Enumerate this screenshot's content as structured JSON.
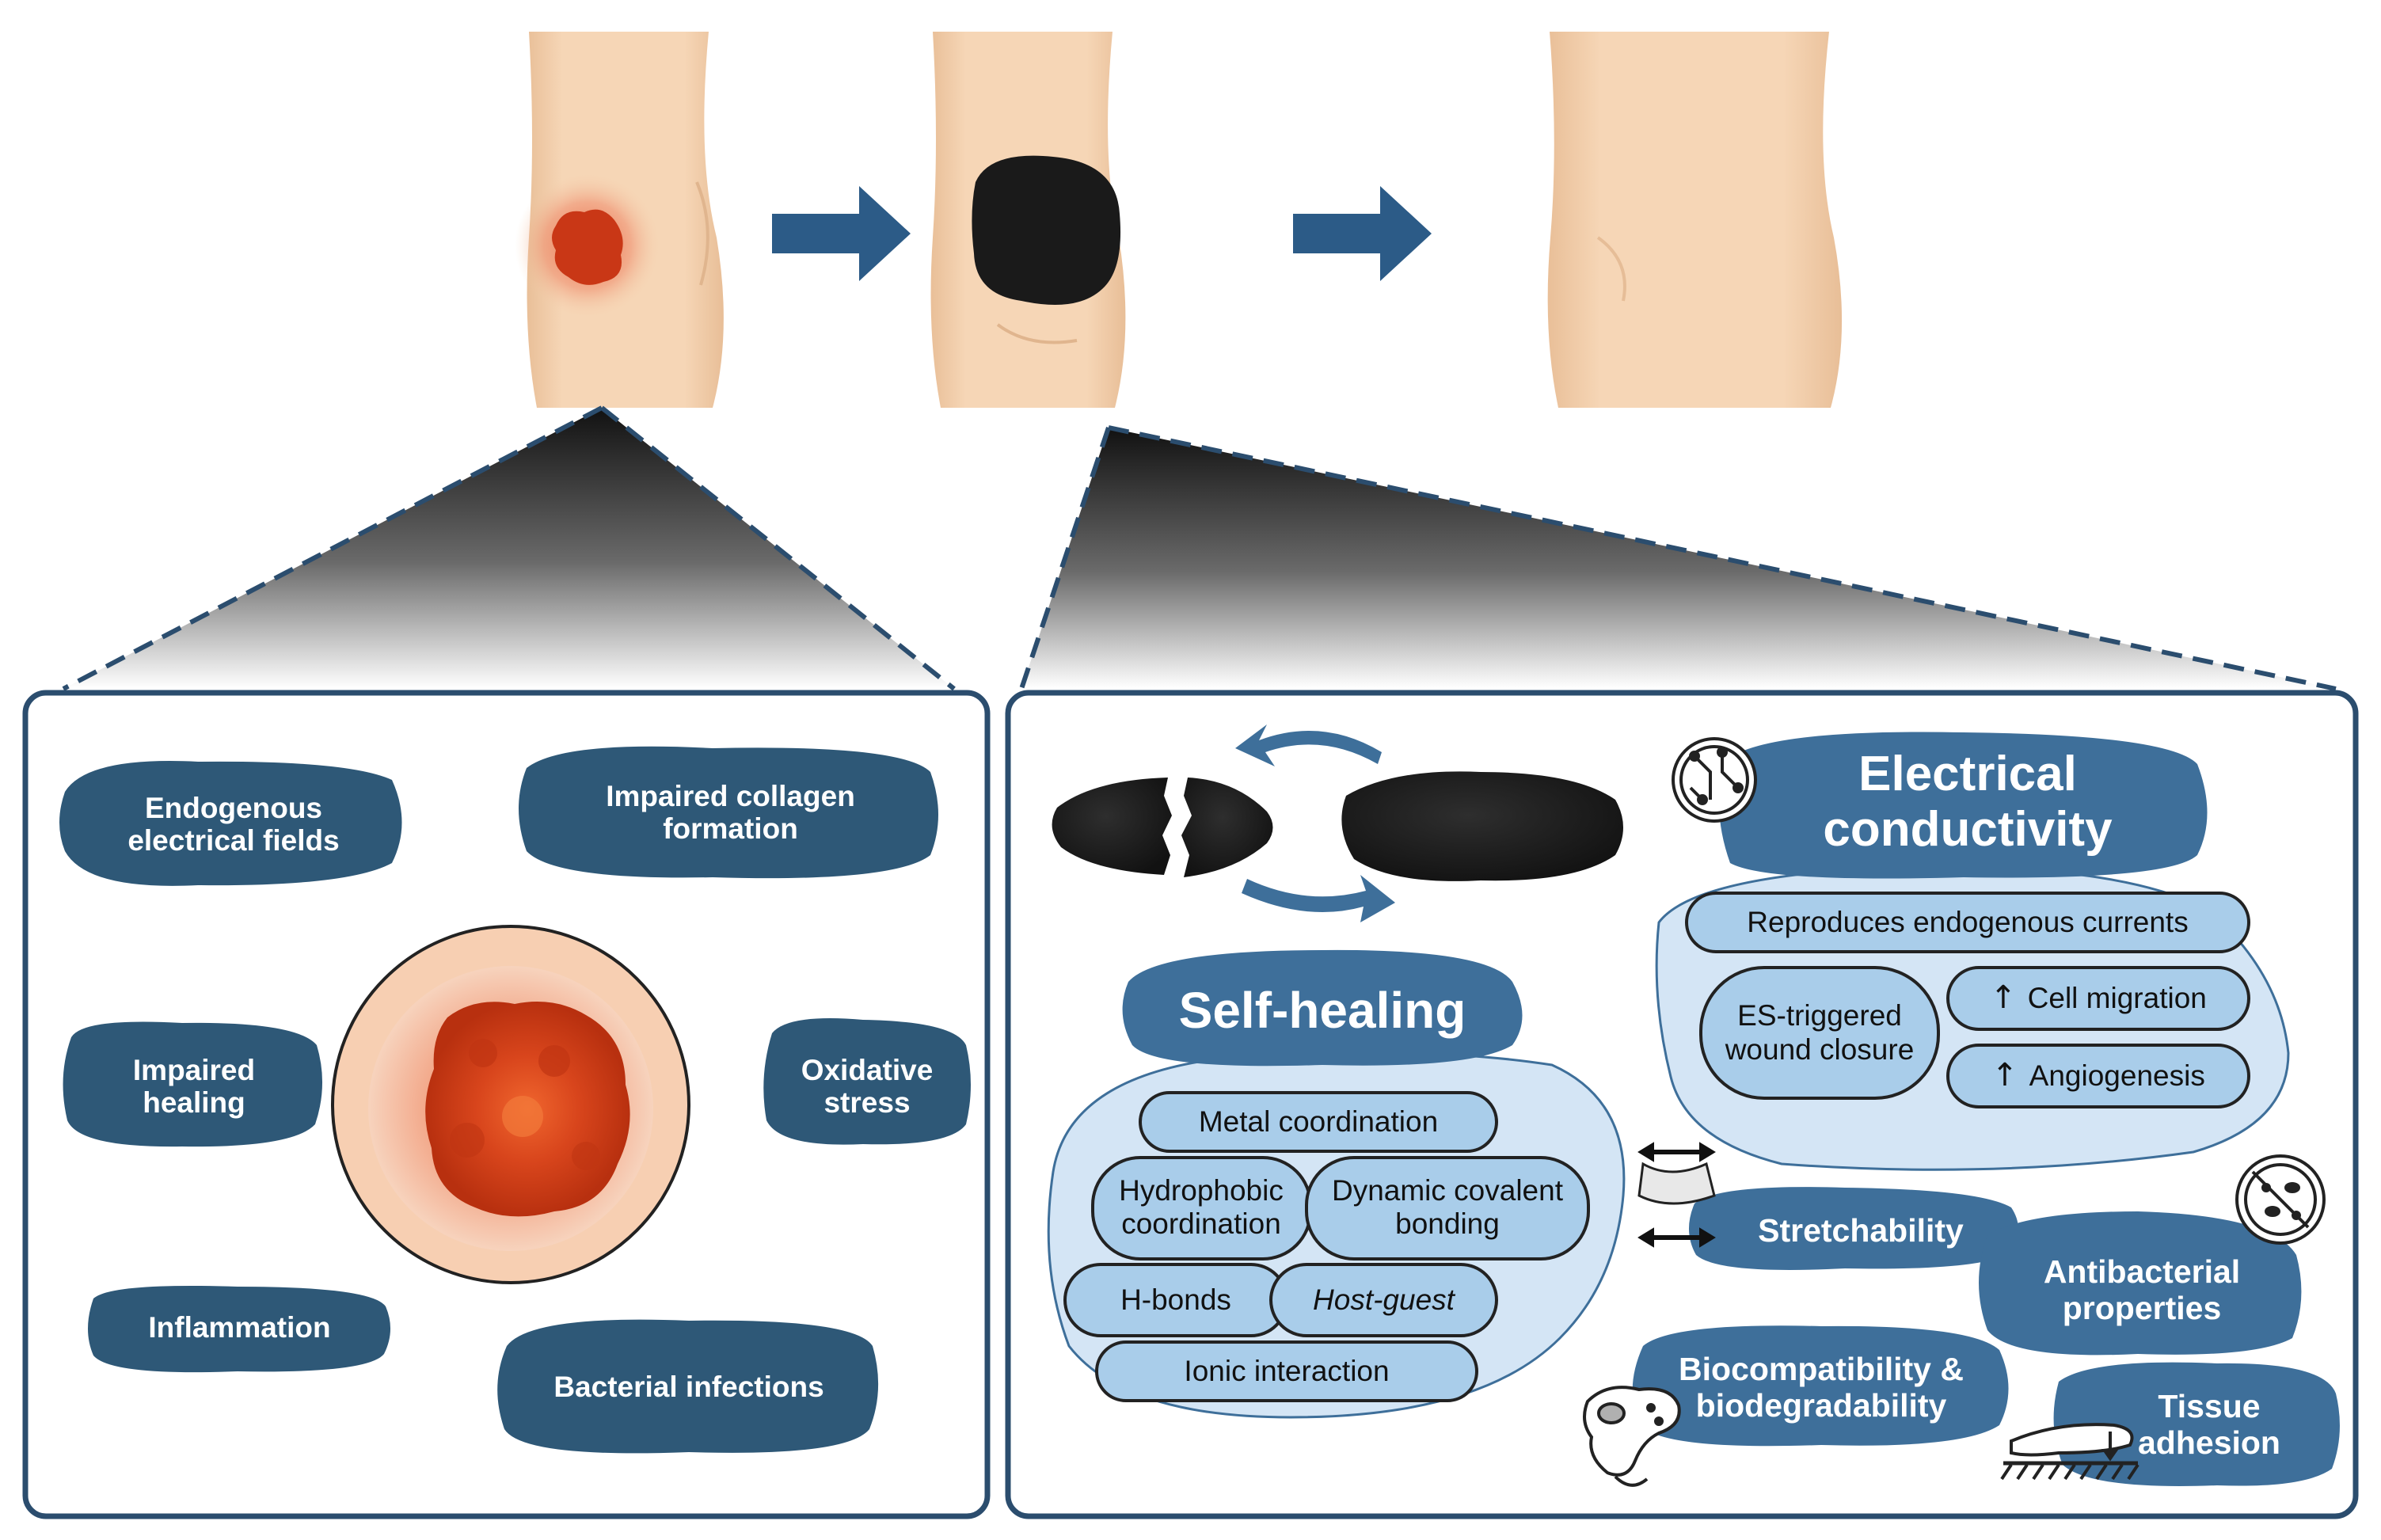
{
  "colors": {
    "skin": "#f4d2b0",
    "skin_shadow": "#e6bc95",
    "wound": "#c43a16",
    "arrow": "#2c5b87",
    "blob_dark": "#2e5877",
    "blob_mid": "#3e6f9a",
    "panel_border": "#2b4d6e",
    "light_fill": "#d4e5f5",
    "pill_fill": "#a9cdea",
    "pill_border": "#222222",
    "dressing": "#1b1b1b"
  },
  "left_panel": {
    "labels": {
      "endogenous": "Endogenous electrical fields",
      "collagen": "Impaired collagen formation",
      "healing": "Impaired healing",
      "oxidative": "Oxidative stress",
      "inflammation": "Inflammation",
      "bacterial": "Bacterial infections"
    }
  },
  "right_panel": {
    "self_healing": {
      "title": "Self-healing",
      "metal": "Metal coordination",
      "hydrophobic": "Hydrophobic coordination",
      "dynamic": "Dynamic covalent bonding",
      "hbonds": "H-bonds",
      "hostguest": "Host-guest",
      "ionic": "Ionic interaction"
    },
    "electrical": {
      "title": "Electrical conductivity",
      "reproduces": "Reproduces endogenous currents",
      "es_triggered": "ES-triggered wound closure",
      "cell_migration": "Cell migration",
      "angiogenesis": "Angiogenesis",
      "up_arrow": "↑"
    },
    "properties": {
      "stretchability": "Stretchability",
      "antibacterial": "Antibacterial properties",
      "biocompat": "Biocompatibility & biodegradability",
      "adhesion": "Tissue adhesion"
    },
    "icons": [
      "circuit-icon",
      "stretch-arrows-icon",
      "bacteria-dish-icon",
      "cell-icon",
      "adhesion-icon",
      "cycle-arrow-icon"
    ]
  }
}
